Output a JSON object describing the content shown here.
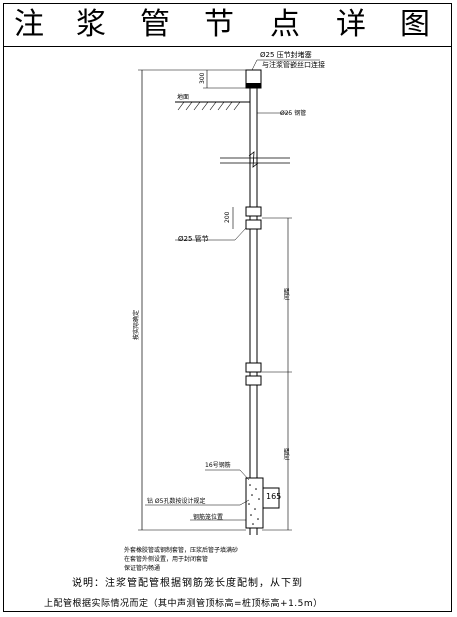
{
  "title": {
    "chars": [
      "注",
      "浆",
      "管",
      "节",
      "点",
      "详",
      "图"
    ]
  },
  "labels": {
    "top_plug": "Ø25 压节封堵塞",
    "top_connect": "与注浆管嵌丝口连接",
    "dim_300": "300",
    "ground": "地面",
    "steel_pipe": "Ø25 钢管",
    "dim_200": "200",
    "pipe_joint": "Ø25 管节",
    "length_vertical": "按实际确定",
    "spacing_1": "间距",
    "spacing_2": "间距",
    "rebar": "16号钢筋",
    "hole_note": "钻 Ø5孔数按设计规定",
    "grout_block": "钢筋笼位置",
    "dim_165": "165",
    "bottom_note_1": "外套橡胶管或钢制套管，压浆后管子填满砂",
    "bottom_note_2": "在套管外侧设置，用于封闭套管",
    "bottom_note_3": "保证管内畅通"
  },
  "notes": {
    "line1": "说明：注浆管配管根据钢筋笼长度配制，从下到",
    "line2": "上配管根据实际情况而定（其中声测管顶标高=桩顶标高+1.5m）"
  }
}
